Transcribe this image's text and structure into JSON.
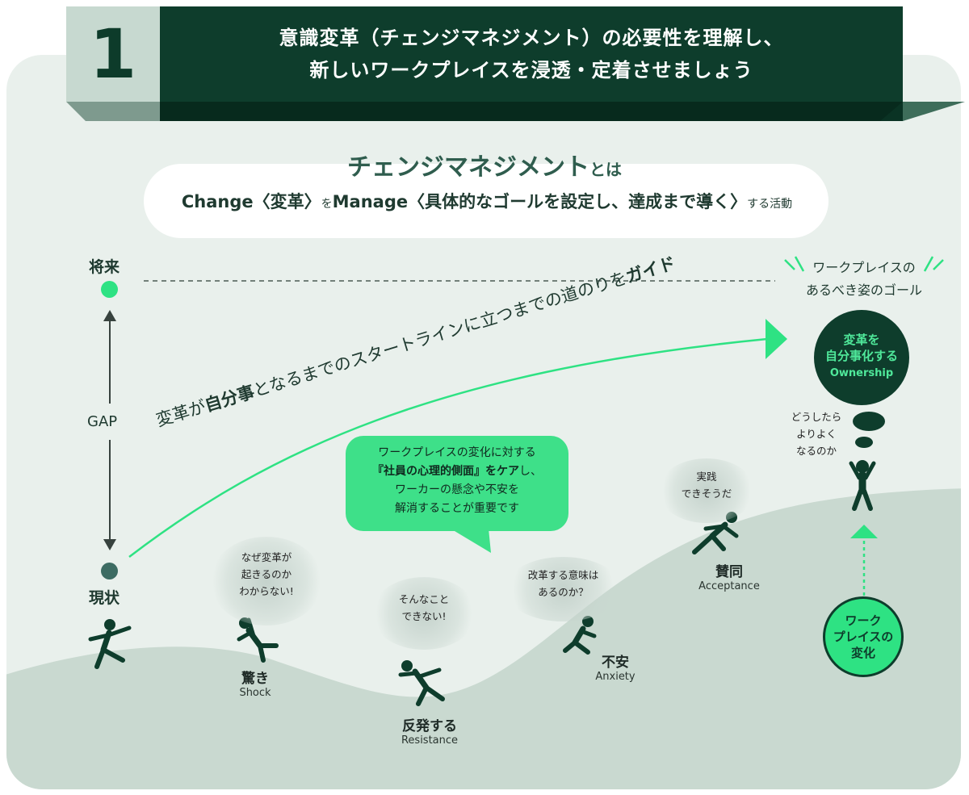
{
  "header": {
    "number": "1",
    "title_line1": "意識変革（チェンジマネジメント）の必要性を理解し、",
    "title_line2": "新しいワークプレイスを浸透・定着させましょう"
  },
  "definition": {
    "title": "チェンジマネジメント",
    "title_suffix": "とは",
    "part1": "Change〈変革〉",
    "part2": "を",
    "part3": "Manage〈具体的なゴールを設定し、達成まで導く〉",
    "part4": "する活動"
  },
  "gap": {
    "future_label": "将来",
    "gap_label": "GAP",
    "current_label": "現状"
  },
  "guide": {
    "text_pre": "変革が",
    "text_bold1": "自分事",
    "text_mid": "となるまでのスタートラインに立つまでの道のりを",
    "text_bold2": "ガイド"
  },
  "goal": {
    "title_line1": "ワークプレイスの",
    "title_line2": "あるべき姿のゴール",
    "circle_line1": "変革を",
    "circle_line2": "自分事化する",
    "circle_en": "Ownership",
    "thought_line1": "どうしたら",
    "thought_line2": "よりよく",
    "thought_line3": "なるのか"
  },
  "care_bubble": {
    "line1": "ワークプレイスの変化に対する",
    "line2_bold": "『社員の心理的側面』をケア",
    "line2_rest": "し、",
    "line3": "ワーカーの懸念や不安を",
    "line4": "解消することが重要です"
  },
  "stages": {
    "shock": {
      "jp": "驚き",
      "en": "Shock",
      "thought1": "なぜ変革が",
      "thought2": "起きるのか",
      "thought3": "わからない!"
    },
    "resistance": {
      "jp": "反発する",
      "en": "Resistance",
      "thought1": "そんなこと",
      "thought2": "できない!"
    },
    "anxiety": {
      "jp": "不安",
      "en": "Anxiety",
      "thought1": "改革する意味は",
      "thought2": "あるのか？"
    },
    "acceptance": {
      "jp": "賛同",
      "en": "Acceptance",
      "thought1": "実践",
      "thought2": "できそうだ"
    }
  },
  "change_circle": {
    "line1": "ワーク",
    "line2": "プレイスの",
    "line3": "変化"
  },
  "colors": {
    "dark_green": "#0e3d2c",
    "accent_green": "#2ee283",
    "panel": "#e9f0ec",
    "hill": "#c9d9d0"
  }
}
